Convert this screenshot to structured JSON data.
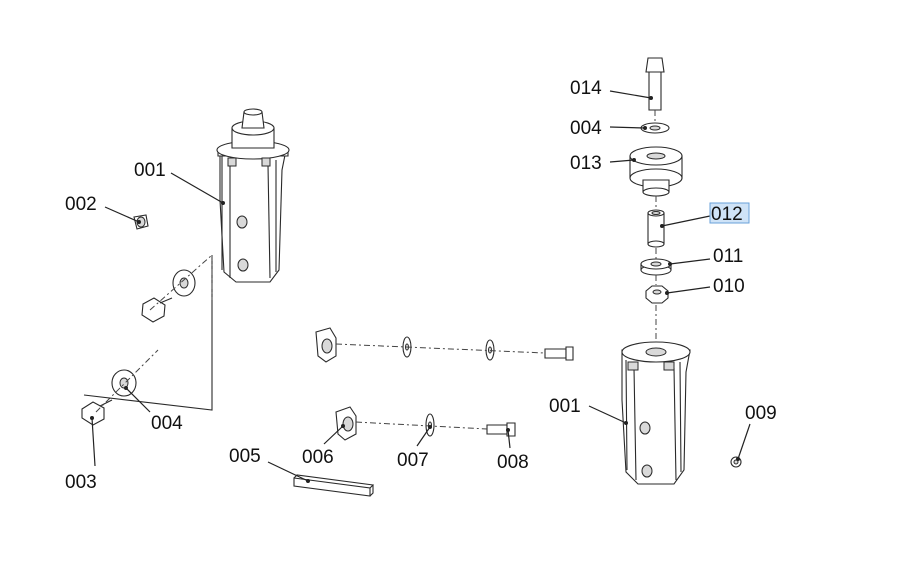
{
  "labels": {
    "p001_left": "001",
    "p002": "002",
    "p003": "003",
    "p004_left": "004",
    "p005": "005",
    "p006": "006",
    "p007": "007",
    "p008": "008",
    "p014": "014",
    "p004_right": "004",
    "p013": "013",
    "p012": "012",
    "p011": "011",
    "p010": "010",
    "p001_right": "001",
    "p009": "009"
  },
  "selected_label": "012",
  "colors": {
    "highlight": "#cfe3f7",
    "line": "#2a2a2a",
    "text": "#111111"
  }
}
